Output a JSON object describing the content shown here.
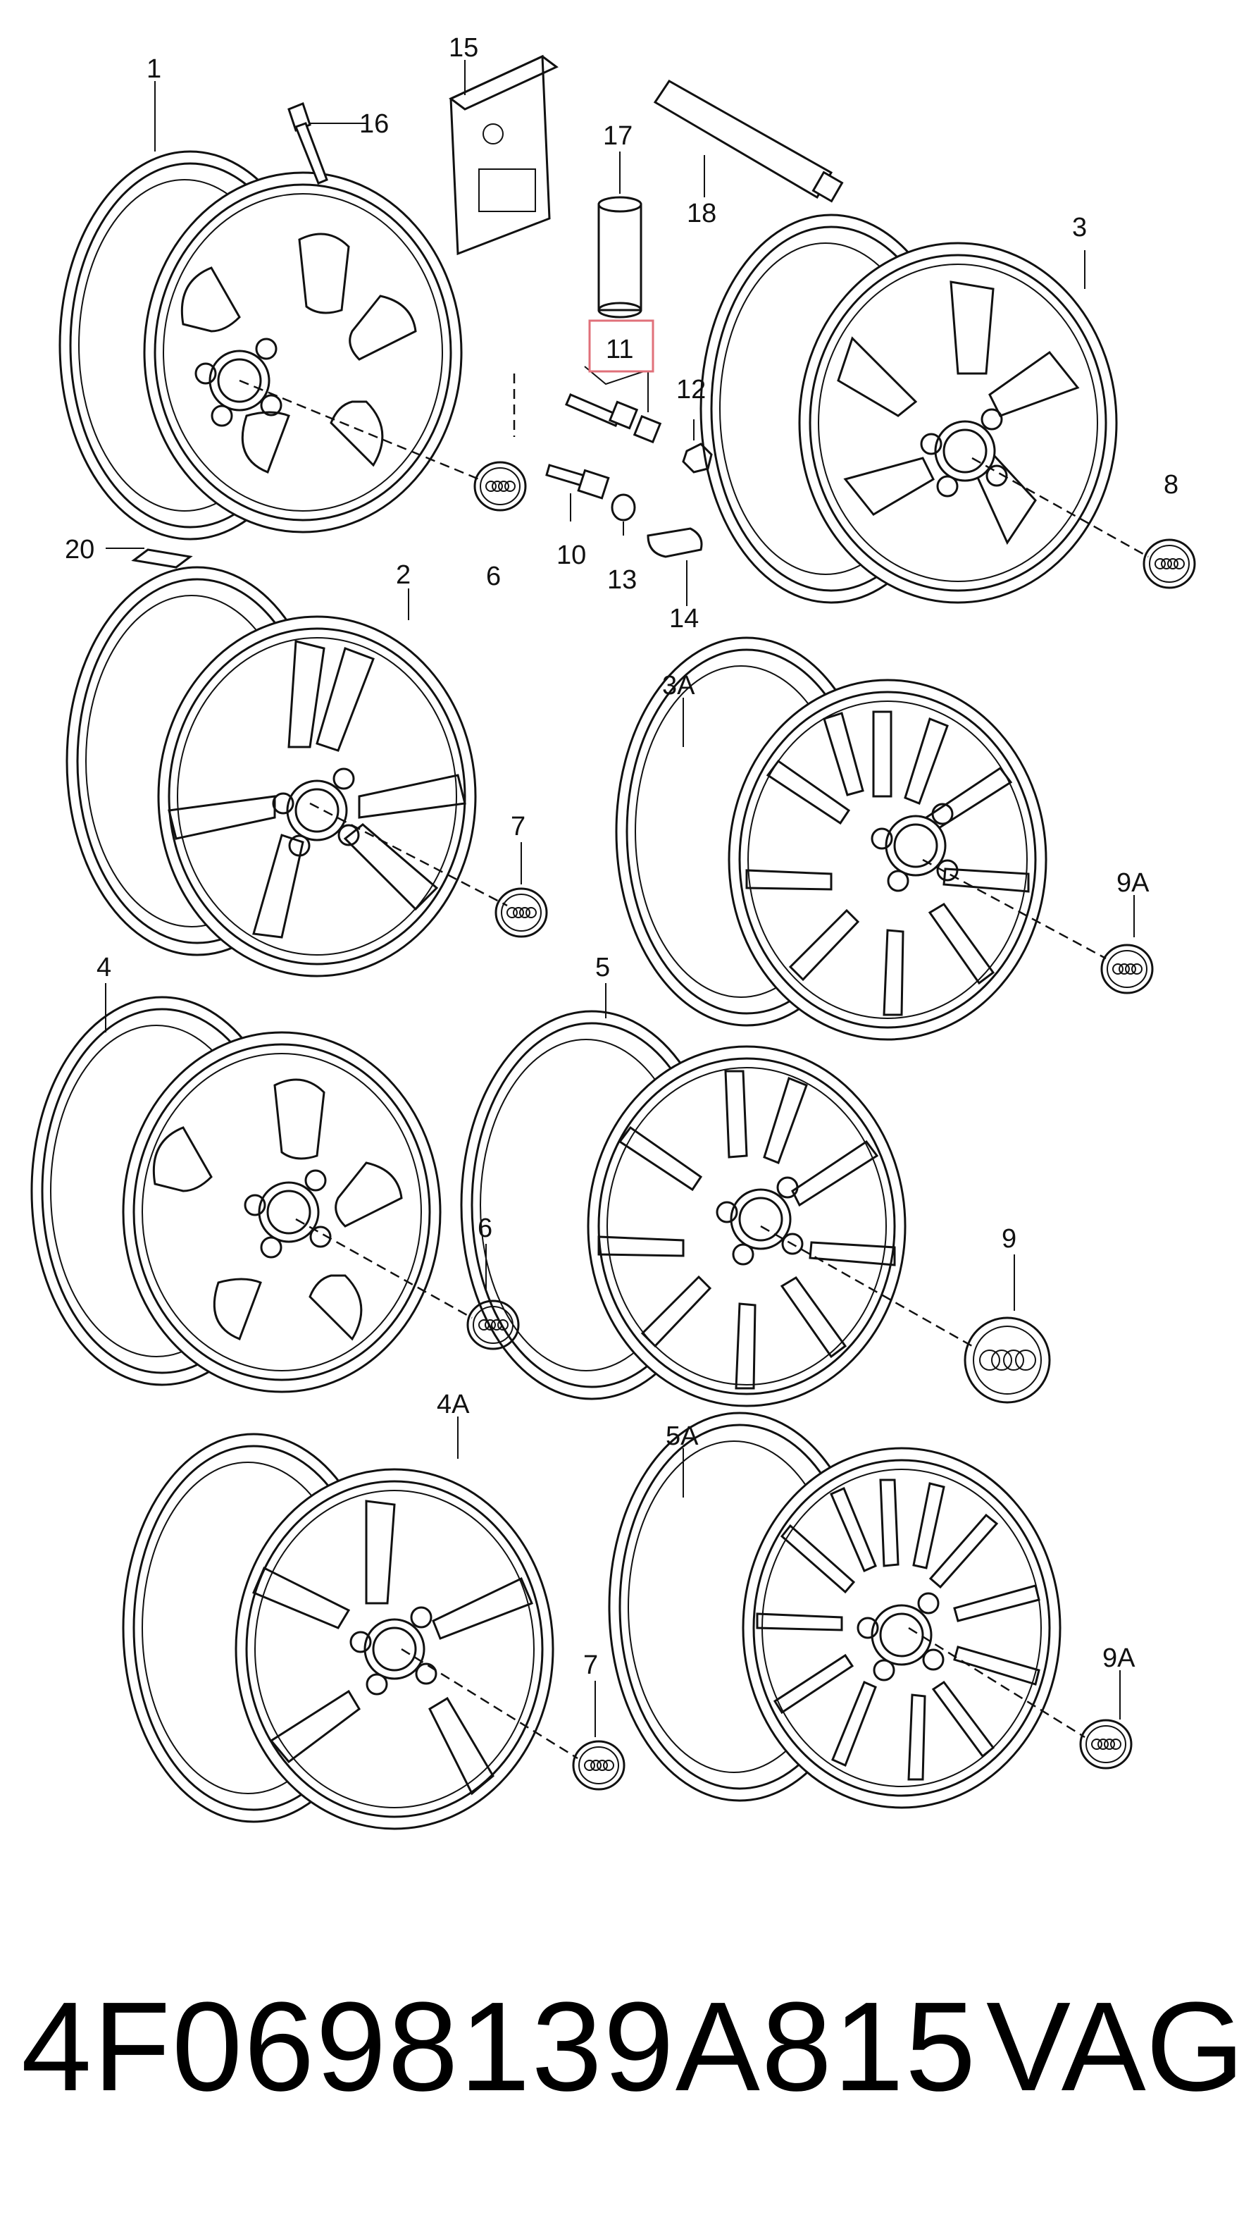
{
  "diagram": {
    "callouts": [
      "1",
      "2",
      "3",
      "3A",
      "4",
      "4A",
      "5",
      "5A",
      "6",
      "6",
      "7",
      "7",
      "8",
      "9",
      "9A",
      "9A",
      "10",
      "11",
      "12",
      "13",
      "14",
      "15",
      "16",
      "17",
      "18",
      "20"
    ],
    "highlighted_callout": "11",
    "highlight_color": "#e0707a"
  },
  "footer": {
    "part_number": "4F0698139A815",
    "brand": "VAG"
  }
}
